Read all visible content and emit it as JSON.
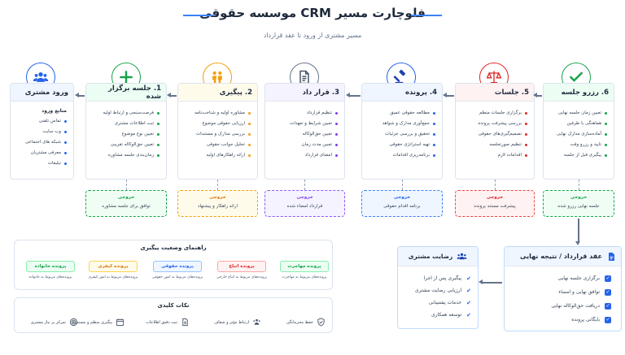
{
  "header": {
    "title": "فلوچارت مسیر CRM موسسه حقوقی",
    "subtitle": "مسیر مشتری از ورود تا عقد قرارداد"
  },
  "colors": {
    "entry": "#2563eb",
    "meeting": "#16a34a",
    "followup": "#f59e0b",
    "contract": "#7c3aed",
    "case": "#2563eb",
    "sessions": "#dc2626",
    "booking": "#16a34a"
  },
  "stages": {
    "entry": {
      "icon": "users-icon",
      "title": "ورود مشتری",
      "subtitle": "منابع ورود",
      "items": [
        "تماس تلفنی",
        "وب سایت",
        "شبکه های اجتماعی",
        "معرفی مشتریان",
        "تبلیغات"
      ]
    },
    "meeting": {
      "icon": "plus-icon",
      "title": "1. جلسه برگزار شده",
      "items": [
        "فرصت‌سنجی و ارتباط اولیه",
        "ثبت اطلاعات مشتری",
        "تعیین نوع موضوع",
        "تعیین حق‌الوکاله تقریبی",
        "زمان‌بندی جلسه مشاوره"
      ],
      "output_label": "خروجی",
      "output_text": "توافق برای جلسه مشاوره"
    },
    "followup": {
      "icon": "people-icon",
      "title": "2. پیگیری",
      "items": [
        "مشاوره اولیه و شناخت‌نامه",
        "ارزیابی حقوقی موضوع",
        "بررسی مدارک و مستندات",
        "تحلیل جوانب حقوقی",
        "ارائه راهکارهای اولیه"
      ],
      "output_label": "خروجی",
      "output_text": "ارائه راهکار و پیشنهاد"
    },
    "contract": {
      "icon": "document-icon",
      "title": "3. قرار داد",
      "items": [
        "تنظیم قرارداد",
        "تعیین شرایط و تعهدات",
        "تعیین حق‌الوکاله",
        "تعیین مدت زمان",
        "امضای قرارداد"
      ],
      "output_label": "خروجی",
      "output_text": "قرارداد امضاء شده"
    },
    "case": {
      "icon": "gavel-icon",
      "title": "4. پرونده",
      "items": [
        "مطالعه حقوقی عمیق",
        "جمع‌آوری مدارک و شواهد",
        "تحقیق و بررسی جزئیات",
        "تهیه استراتژی حقوقی",
        "برنامه‌ریزی اقدامات"
      ],
      "output_label": "خروجی",
      "output_text": "برنامه اقدام حقوقی"
    },
    "sessions": {
      "icon": "scales-icon",
      "title": "5. جلسات",
      "items": [
        "برگزاری جلسات منظم",
        "بررسی پیشرفت پرونده",
        "تصمیم‌گیری‌های حقوقی",
        "تنظیم صورتجلسه",
        "اقدامات لازم"
      ],
      "output_label": "خروجی",
      "output_text": "پیشرفت مستند پرونده"
    },
    "booking": {
      "icon": "check-icon",
      "title": "6. رزرو جلسه",
      "items": [
        "تعیین زمان جلسه نهایی",
        "هماهنگی با طرفین",
        "آماده‌سازی مدارک نهایی",
        "تایید و رزرو وقت",
        "پیگیری قبل از جلسه"
      ],
      "output_label": "خروجی",
      "output_text": "جلسه نهایی رزرو شده"
    }
  },
  "final": {
    "icon": "file-icon",
    "title": "عقد قرارداد / نتیجه نهایی",
    "items": [
      "برگزاری جلسه نهایی",
      "توافق نهایی و امضاء",
      "دریافت حق‌الوکاله نهایی",
      "بایگانی پرونده"
    ]
  },
  "satisfaction": {
    "icon": "group-icon",
    "title": "رضایت مشتری",
    "items": [
      "پیگیری پس از اجرا",
      "ارزیابی رضایت مشتری",
      "خدمات پشتیبانی",
      "توسعه همکاری"
    ]
  },
  "guide": {
    "title": "راهنمای وضعیت پیگیری",
    "tags": [
      {
        "label": "پرونده مهاجرت",
        "desc": "پرونده‌های مربوط به مهاجرت",
        "color": "#16a34a",
        "bg": "#ecfdf3"
      },
      {
        "label": "پرونده اتباع",
        "desc": "پرونده‌های مربوط به اتباع خارجی",
        "color": "#dc2626",
        "bg": "#fef2f2"
      },
      {
        "label": "پرونده حقوقی",
        "desc": "پرونده‌های مربوط به امور حقوقی",
        "color": "#2563eb",
        "bg": "#eff6ff"
      },
      {
        "label": "پرونده کیفری",
        "desc": "پرونده‌های مربوط به امور کیفری",
        "color": "#d97706",
        "bg": "#fffbeb"
      },
      {
        "label": "پرونده خانواده",
        "desc": "پرونده‌های مربوط به خانواده",
        "color": "#16a34a",
        "bg": "#ecfdf3"
      }
    ]
  },
  "keypoints": {
    "title": "نکات کلیدی",
    "items": [
      {
        "label": "حفظ محرمانگی",
        "icon": "shield-icon"
      },
      {
        "label": "ارتباط مؤثر و شفاف",
        "icon": "people-icon"
      },
      {
        "label": "ثبت دقیق اطلاعات",
        "icon": "doc-icon"
      },
      {
        "label": "پیگیری منظم و مستمر",
        "icon": "calendar-icon"
      },
      {
        "label": "تمرکز بر نیاز مشتری",
        "icon": "target-icon"
      }
    ]
  }
}
